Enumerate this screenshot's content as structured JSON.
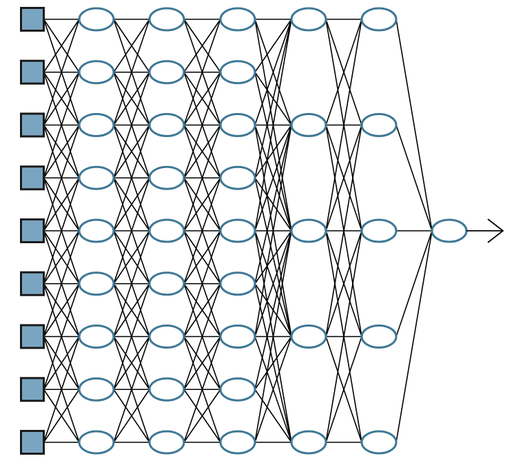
{
  "diagram": {
    "type": "neural-network",
    "layers": [
      {
        "kind": "input",
        "node_shape": "square",
        "nodes": 9
      },
      {
        "kind": "hidden",
        "node_shape": "ellipse",
        "nodes": 9
      },
      {
        "kind": "hidden",
        "node_shape": "ellipse",
        "nodes": 9
      },
      {
        "kind": "hidden",
        "node_shape": "ellipse",
        "nodes": 9
      },
      {
        "kind": "hidden",
        "node_shape": "ellipse",
        "nodes": 5
      },
      {
        "kind": "hidden",
        "node_shape": "ellipse",
        "nodes": 5
      },
      {
        "kind": "output",
        "node_shape": "ellipse",
        "nodes": 1
      }
    ],
    "edge_rule": "neighbors",
    "has_output_arrow": true,
    "colors": {
      "input_fill": "#7aa5c1",
      "input_stroke": "#1a1a1a",
      "node_stroke": "#3f7896",
      "node_fill": "#ffffff",
      "edge": "#000000"
    }
  }
}
